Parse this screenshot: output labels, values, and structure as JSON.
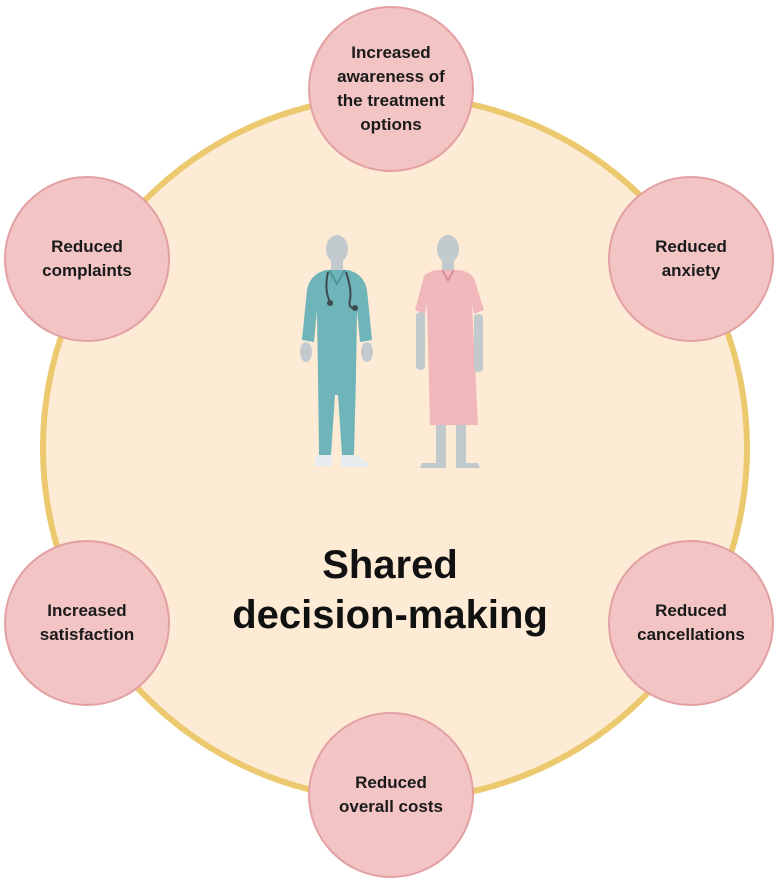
{
  "center": {
    "title": "Shared\ndecision-making"
  },
  "outcomes": [
    {
      "label": "Increased\nawareness of\nthe treatment\noptions"
    },
    {
      "label": "Reduced\nanxiety"
    },
    {
      "label": "Reduced\ncancellations"
    },
    {
      "label": "Reduced\noverall costs"
    },
    {
      "label": "Increased\nsatisfaction"
    },
    {
      "label": "Reduced\ncomplaints"
    }
  ],
  "icons": {
    "clinician": "doctor-figure-icon",
    "patient": "patient-figure-icon"
  },
  "colors": {
    "ring_fill": "#fdebd6",
    "ring_border": "#ecc96e",
    "bubble_fill": "#f2c4c4",
    "bubble_border": "#e3a0a2",
    "scrubs": "#6fb4b8",
    "gown": "#efb3b8",
    "skin": "#c3cacd"
  }
}
